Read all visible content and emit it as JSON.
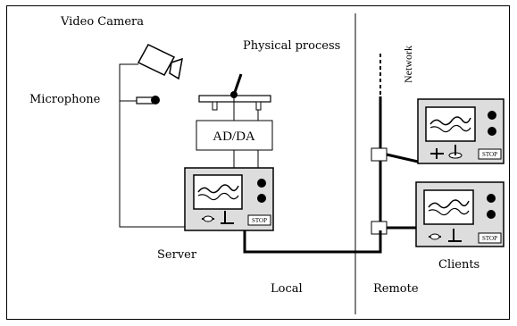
{
  "labels": {
    "video_camera": "Video Camera",
    "physical_process": "Physical process",
    "microphone": "Microphone",
    "ad_da": "AD/DA",
    "server": "Server",
    "local": "Local",
    "remote": "Remote",
    "clients": "Clients",
    "network": "Network"
  },
  "stop_button_label": "STOP",
  "colors": {
    "line": "#000000",
    "background": "#ffffff"
  }
}
